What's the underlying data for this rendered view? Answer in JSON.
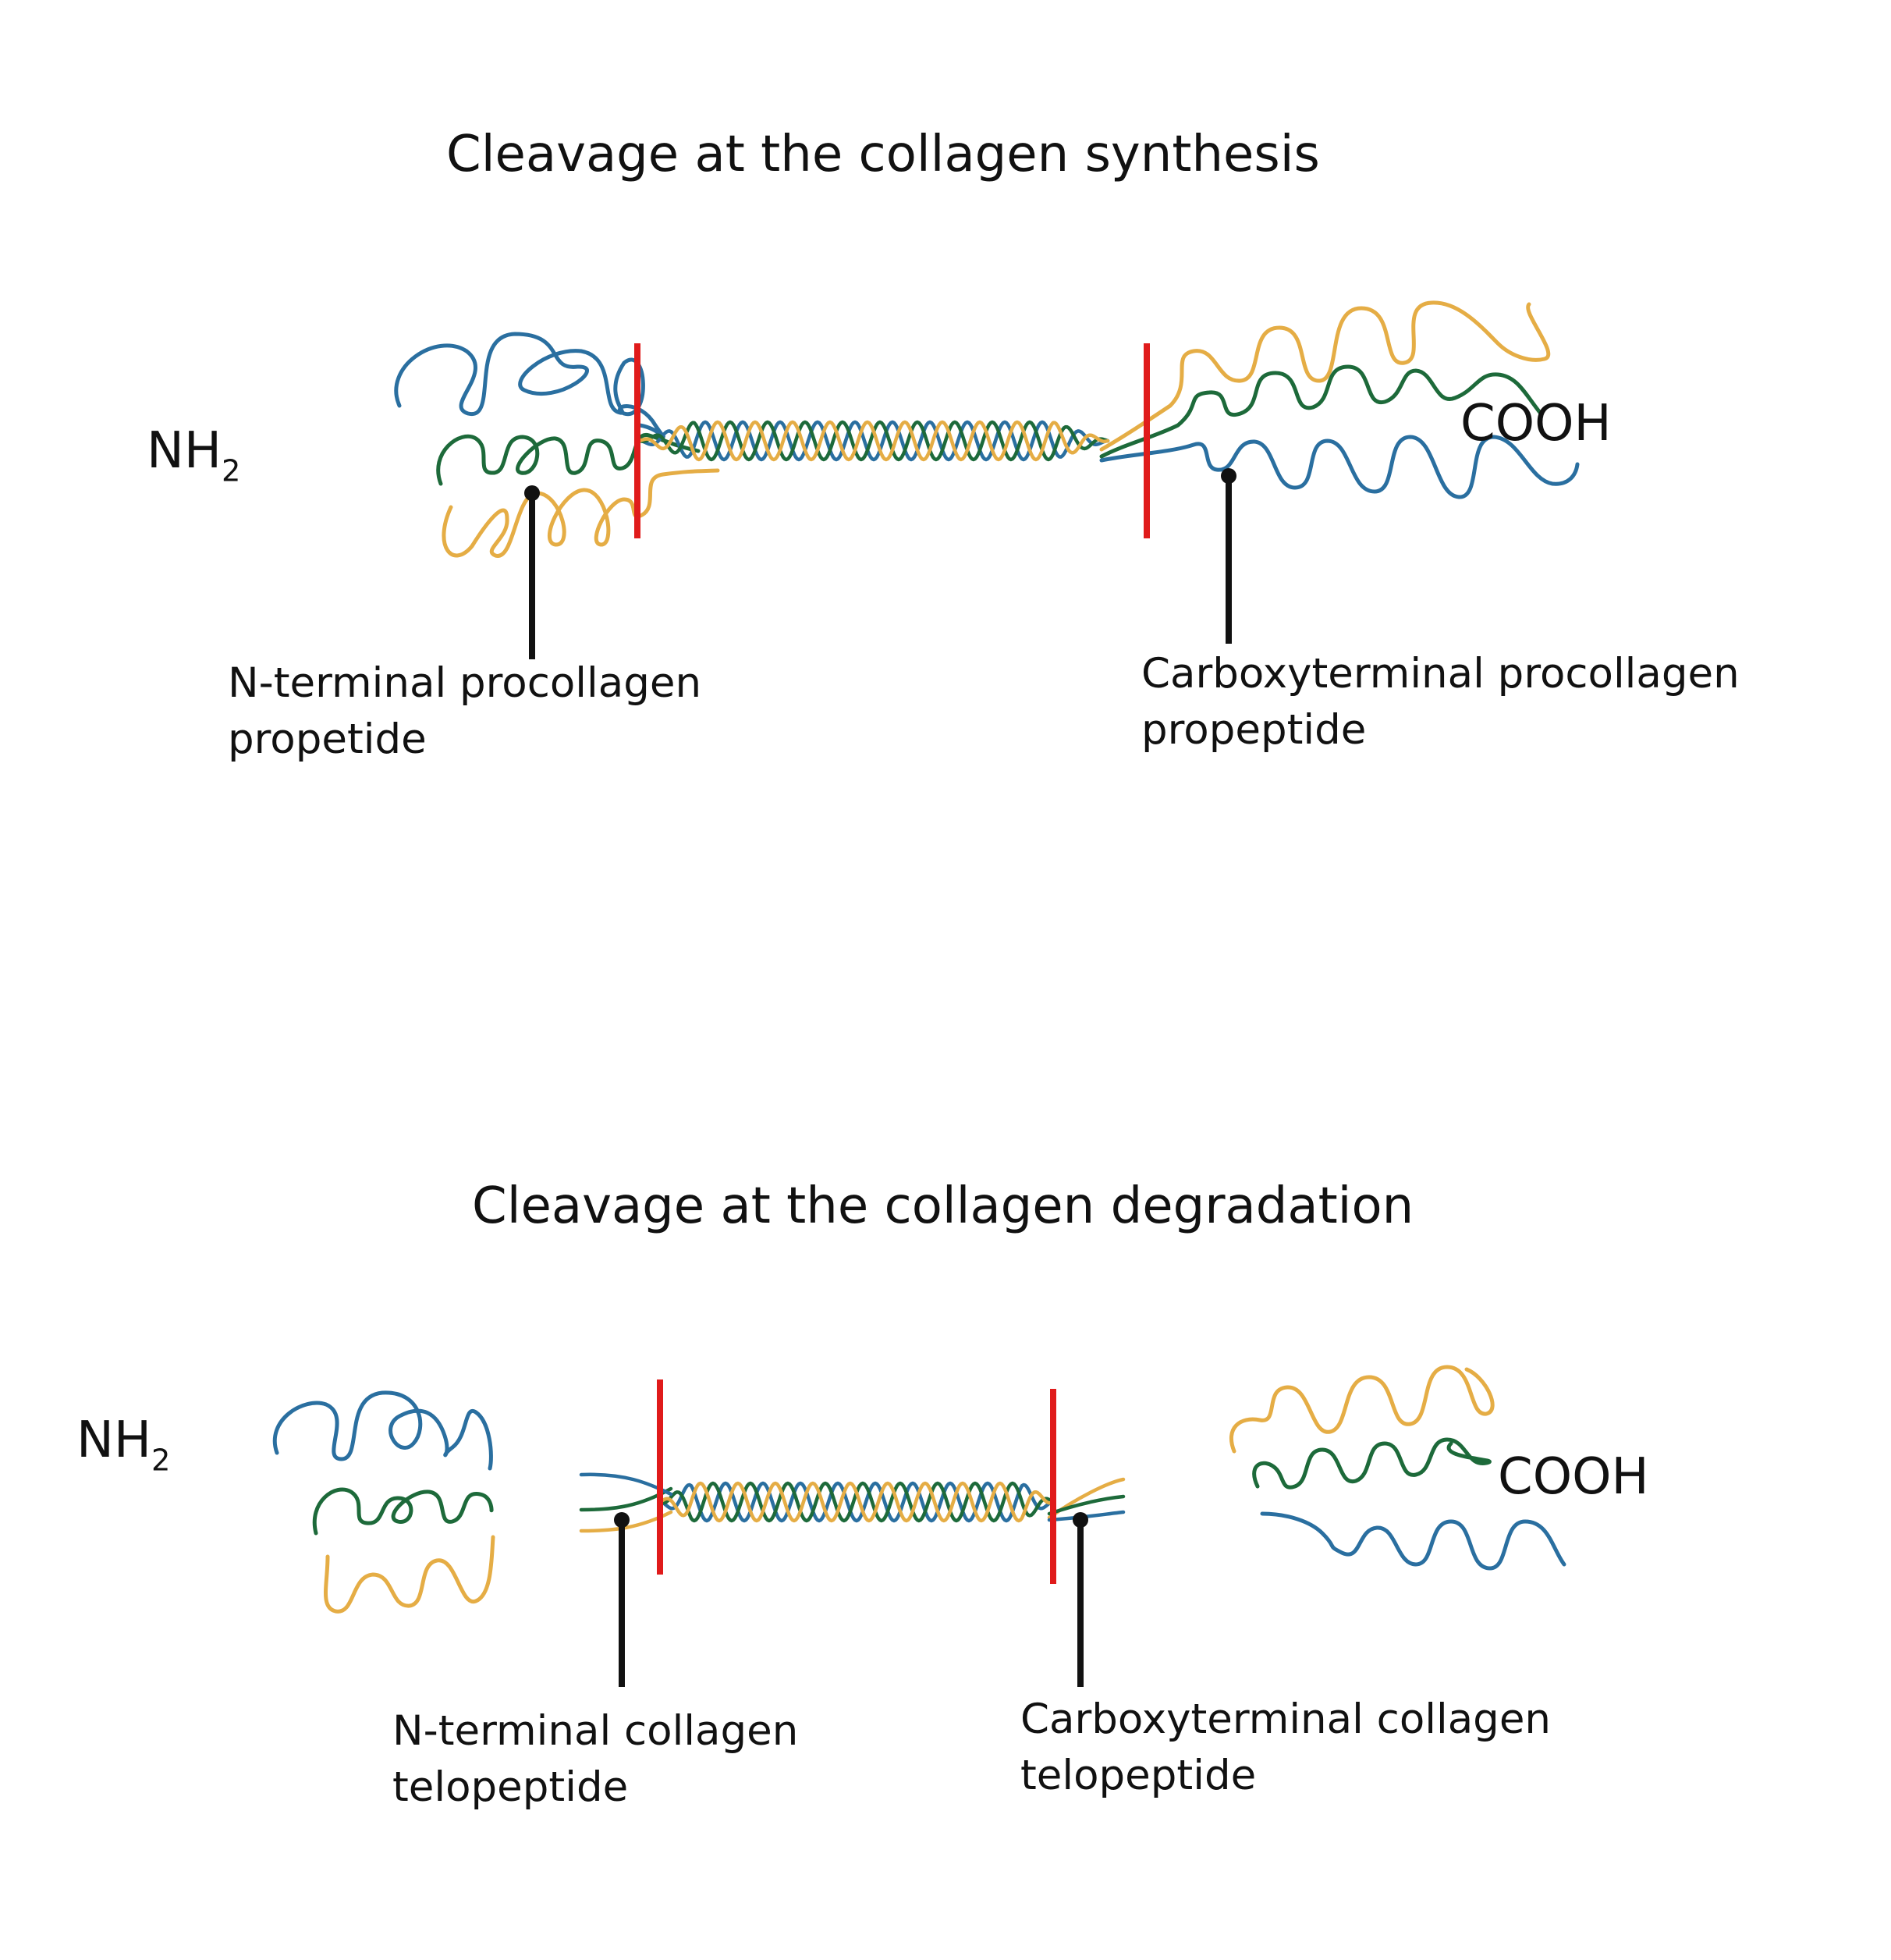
{
  "colors": {
    "strand_blue": "#2a6fa0",
    "strand_green": "#1d6a3a",
    "strand_yellow": "#e5ad45",
    "cleavage_line": "#e01b1b",
    "pointer": "#111111"
  },
  "synthesis": {
    "title": "Cleavage at the collagen synthesis",
    "nh2_main": "NH",
    "nh2_sub": "2",
    "cooh": "COOH",
    "n_label_line1": "N-terminal procollagen",
    "n_label_line2": "propetide",
    "c_label_line1": "Carboxyterminal procollagen",
    "c_label_line2": "propeptide"
  },
  "degradation": {
    "title": "Cleavage at the collagen degradation",
    "nh2_main": "NH",
    "nh2_sub": "2",
    "cooh": "COOH",
    "n_label_line1": "N-terminal collagen",
    "n_label_line2": "telopeptide",
    "c_label_line1": "Carboxyterminal collagen",
    "c_label_line2": "telopeptide"
  },
  "icons": {
    "triple_helix": "triple-helix-icon",
    "cleavage_site": "cleavage-line-icon",
    "pointer": "pointer-icon"
  }
}
